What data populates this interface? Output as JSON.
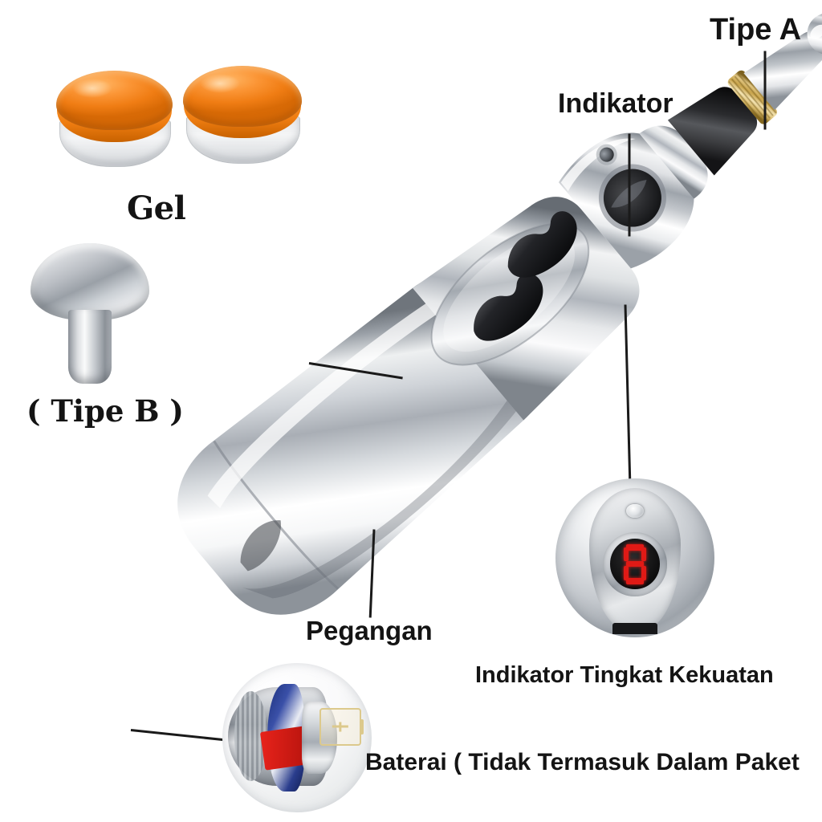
{
  "diagram": {
    "title": "Acupuncture Massage Pen Parts Diagram",
    "language": "id",
    "background_color": "#ffffff"
  },
  "labels": {
    "tipe_a": "Tipe A",
    "indikator": "Indikator",
    "gel": "Gel",
    "tipe_b": "( Tipe B )",
    "pegangan": "Pegangan",
    "indikator_tingkat_kekuatan": "Indikator Tingkat Kekuatan",
    "baterai": "Baterai ( Tidak Termasuk Dalam Paket"
  },
  "parts": {
    "gel_jars": {
      "name": "Gel",
      "count": 2,
      "cap_color": "#f07d14",
      "jar_color": "#e8eaec"
    },
    "tipe_b_head": {
      "name": "( Tipe B )",
      "shape": "mushroom",
      "finish_color": "#b9bdc3"
    },
    "tipe_a_tip": {
      "name": "Tipe A",
      "shape": "rounded ball probe",
      "finish_color": "#c6cacf",
      "band_color": "#c8a34a"
    },
    "indicator_led": {
      "name": "Indikator",
      "shape": "small round LED"
    },
    "handle": {
      "name": "Pegangan",
      "finish_color": "#c9ced3"
    },
    "buttons": {
      "name": "control buttons",
      "count": 2,
      "color": "#26262a"
    }
  },
  "insets": {
    "power_indicator": {
      "caption": "Indikator Tingkat Kekuatan",
      "display_value": "8",
      "display_color": "#e01a16",
      "screen_color": "#0d0d0e"
    },
    "battery": {
      "caption": "Baterai ( Tidak Termasuk Dalam Paket",
      "battery_accent_red": "#e8231b",
      "battery_accent_blue": "#243a91",
      "icon_color": "#dcc98c"
    }
  },
  "colors": {
    "text": "#141414",
    "leader_line": "#1a1a1a",
    "chrome_light": "#f3f4f5",
    "chrome_mid": "#b9bdc3",
    "chrome_dark": "#7d838a",
    "orange": "#f07d14",
    "red_led": "#e01a16",
    "gold": "#c8a34a"
  }
}
